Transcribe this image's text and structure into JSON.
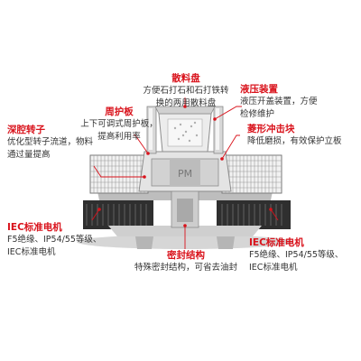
{
  "annotations": {
    "distribution_plate": {
      "title": "散料盘",
      "desc": "方便石打石和石打铁转\n换的两用散料盘"
    },
    "hydraulic_device": {
      "title": "液压装置",
      "desc": "液压开盖装置，方便\n检修维护"
    },
    "peripheral_guard": {
      "title": "周护板",
      "desc": "上下可调式周护板，\n提高利用率"
    },
    "deep_cavity_rotor": {
      "title": "深腔转子",
      "desc": "优化型转子流道，物料\n通过量提高"
    },
    "rhombic_impact_block": {
      "title": "菱形冲击块",
      "desc": "降低磨损，有效保护立板"
    },
    "motor_left": {
      "title": "IEC标准电机",
      "desc": "F5绝缘、IP54/55等级、\nIEC标准电机"
    },
    "seal_structure": {
      "title": "密封结构",
      "desc": "特殊密封结构，可省去油封"
    },
    "motor_right": {
      "title": "IEC标准电机",
      "desc": "F5绝缘、IP54/55等级、\nIEC标准电机"
    }
  },
  "colors": {
    "accent": "#d9121b",
    "text": "#333333",
    "machine_body": "#e8e8e8",
    "machine_dark": "#3a3a3a",
    "machine_mid": "#9a9a9a"
  }
}
